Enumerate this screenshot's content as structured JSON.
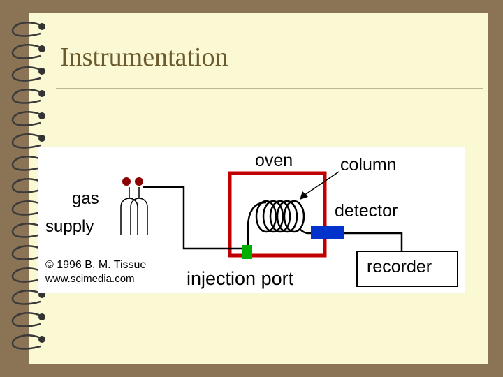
{
  "slide": {
    "title": "Instrumentation"
  },
  "diagram": {
    "labels": {
      "oven": "oven",
      "column": "column",
      "gas": "gas",
      "supply": "supply",
      "detector": "detector",
      "copyright": "© 1996 B. M. Tissue",
      "website": "www.scimedia.com",
      "injection_port": "injection port",
      "recorder": "recorder"
    },
    "colors": {
      "oven_box": "#c00000",
      "injection_port": "#00b000",
      "detector": "#0033cc",
      "gas_valve": "#8b0000"
    }
  }
}
